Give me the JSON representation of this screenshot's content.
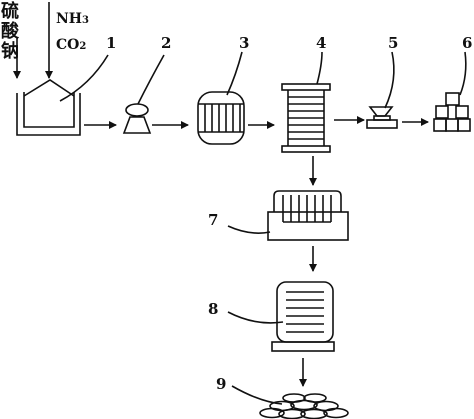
{
  "inputs": {
    "reagent_chars": [
      "硫",
      "酸",
      "钠"
    ],
    "gas_1": {
      "base": "NH",
      "sub": "3"
    },
    "gas_2": {
      "base": "CO",
      "sub": "2"
    }
  },
  "equipment_numbers": [
    "1",
    "2",
    "3",
    "4",
    "5",
    "6",
    "7",
    "8",
    "9"
  ]
}
